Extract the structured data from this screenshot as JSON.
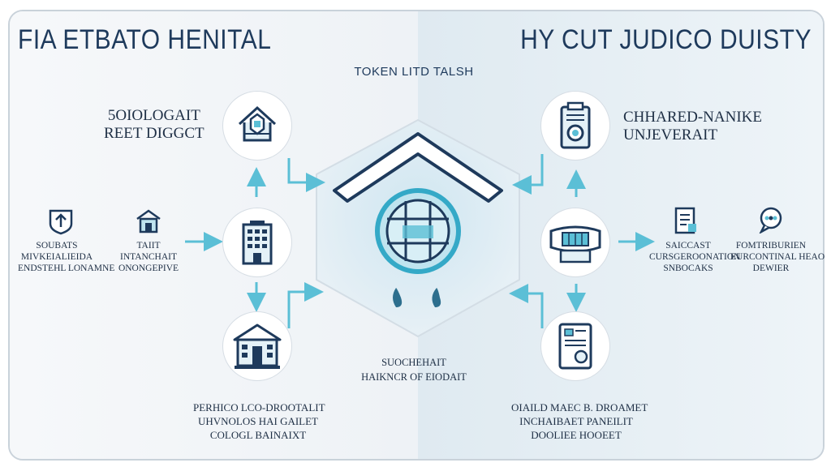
{
  "titles": {
    "left": "FIA ETBATO HENITAL",
    "right": "HY CUT JUDICO DUISTY",
    "center": "TOKEN LITD TALSH"
  },
  "labels": {
    "top_left": [
      "5OIOLOGAIT",
      "REET DIGGCT"
    ],
    "top_right": [
      "CHHARED-NANIKE",
      "UNJEVERAIT"
    ],
    "far_left": [
      "SOUBATS",
      "MIVKEIALIEIDA",
      "ENDSTEHL LONAMNE"
    ],
    "mid_left": [
      "TAIIT",
      "INTANCHAIT",
      "ONONGEPIVE"
    ],
    "mid_right": [
      "SAICCAST",
      "CURSGEROONATION",
      "SNBOCAKS"
    ],
    "far_right": [
      "FOMTRIBURIEN",
      "EURCONTINAL HEAO",
      "DEWIER"
    ],
    "bottom_left": [
      "PERHICO LCO-DROOTALIT",
      "UHVNOLOS HAI GAILET",
      "COLOGL BAINAIXT"
    ],
    "bottom_center": [
      "SUOCHEHAIT",
      "HAIKNCR OF EIODAIT"
    ],
    "bottom_right": [
      "OIAILD MAEC B. DROAMET",
      "INCHAIBAET PANEILIT",
      "DOOLIEE HOOEET"
    ]
  },
  "icons": [
    "house-shield-icon",
    "building-icon",
    "town-hall-icon",
    "shield-arrow-icon",
    "house-small-icon",
    "document-badge-icon",
    "bandwidth-card-icon",
    "report-icon",
    "chat-bubble-icon",
    "tablet-document-icon",
    "home-lock-central-icon"
  ],
  "colors": {
    "accent": "#5bbfd6",
    "navy": "#1e3a5c",
    "right_panel": "#e3edf3",
    "left_panel": "#f3f6f9"
  }
}
